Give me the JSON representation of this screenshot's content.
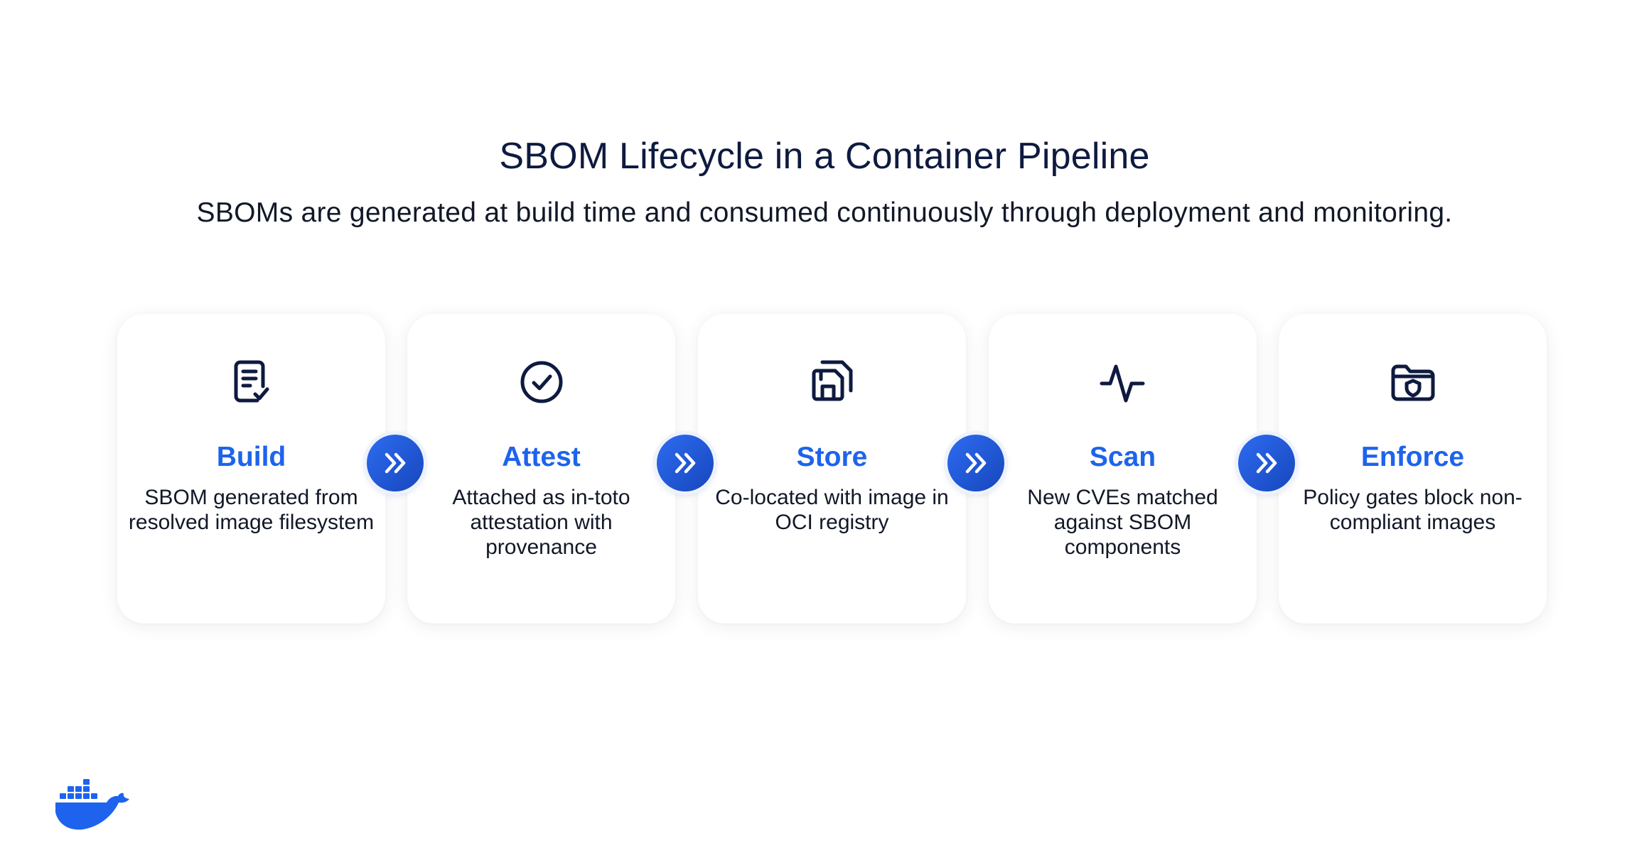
{
  "title": "SBOM Lifecycle in a Container Pipeline",
  "subtitle": "SBOMs are generated at build time and consumed continuously through deployment and monitoring.",
  "colors": {
    "accent": "#1d63ed",
    "icon": "#0e1a3f",
    "text": "#111827"
  },
  "steps": [
    {
      "title": "Build",
      "description": "SBOM generated from resolved image filesystem",
      "icon": "document-check-icon"
    },
    {
      "title": "Attest",
      "description": "Attached as in-toto attestation with provenance",
      "icon": "check-circle-icon"
    },
    {
      "title": "Store",
      "description": "Co-located with image in OCI registry",
      "icon": "stacked-save-icon"
    },
    {
      "title": "Scan",
      "description": "New CVEs matched against SBOM components",
      "icon": "pulse-icon"
    },
    {
      "title": "Enforce",
      "description": "Policy gates block non-compliant images",
      "icon": "folder-shield-icon"
    }
  ],
  "connector_icon": "double-chevron-right-icon",
  "logo": "docker-whale-logo"
}
